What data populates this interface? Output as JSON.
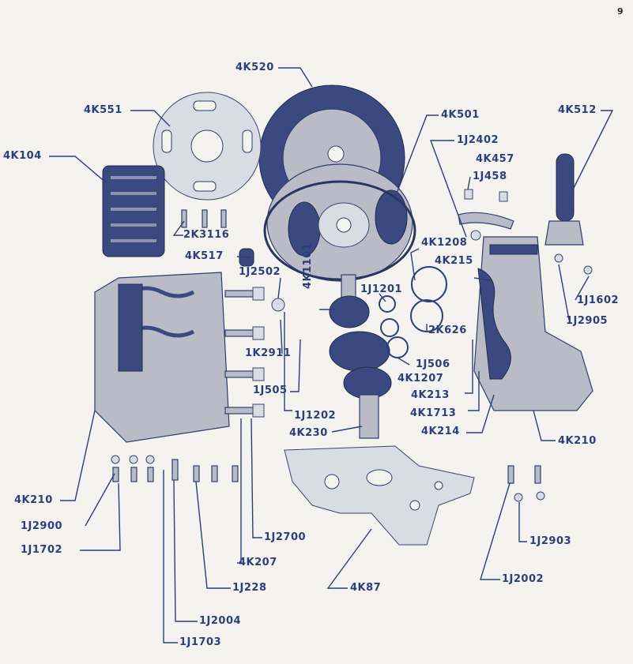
{
  "page": {
    "number": "9"
  },
  "labels": {
    "k520": "4K520",
    "k551": "4K551",
    "k104": "4K104",
    "k501": "4K501",
    "j2402": "1J2402",
    "k457": "4K457",
    "j458": "1J458",
    "k512": "4K512",
    "k3116": "2K3116",
    "k517": "4K517",
    "j2502": "1J2502",
    "k1208": "4K1208",
    "k215": "4K215",
    "j1201": "1J1201",
    "k1101": "4K1101",
    "j1602": "1J1602",
    "j2905": "1J2905",
    "k2911": "1K2911",
    "k626": "2K626",
    "j506": "1J506",
    "k1207": "4K1207",
    "j505": "1J505",
    "k213": "4K213",
    "j1202": "1J1202",
    "k1713": "4K1713",
    "k230": "4K230",
    "k214": "4K214",
    "k210r": "4K210",
    "k210l": "4K210",
    "j2900": "1J2900",
    "j2700": "1J2700",
    "j1702": "1J1702",
    "j2903": "1J2903",
    "k207": "4K207",
    "j2002": "1J2002",
    "j228": "1J228",
    "k87": "4K87",
    "j2004": "1J2004",
    "j1703": "1J1703"
  }
}
